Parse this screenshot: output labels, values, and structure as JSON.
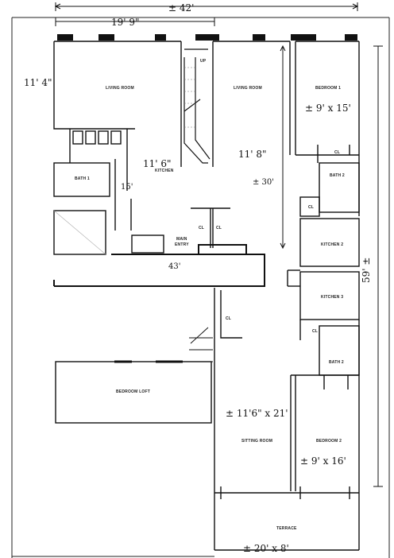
{
  "rooms": {
    "living_room_left": "LIVING ROOM",
    "living_room_center": "LIVING ROOM",
    "bedroom_1": "BEDROOM 1",
    "bath_1": "BATH 1",
    "kitchen_1": "KITCHEN",
    "main_entry_1": "MAIN",
    "main_entry_2": "ENTRY",
    "closet_1": "CL",
    "closet_2": "CL",
    "closet_bed1": "CL",
    "closet_b2": "CL",
    "bath_2_top": "BATH 2",
    "kitchen_2": "KITCHEN 2",
    "kitchen_3": "KITCHEN 3",
    "closet_mid": "CL",
    "closet_right": "CL",
    "bath_2_bottom": "BATH 2",
    "bedroom_loft": "BEDROOM LOFT",
    "sitting_room": "SITTING ROOM",
    "bedroom_2": "BEDROOM 2",
    "terrace": "TERRACE",
    "stair_up": "UP"
  },
  "dimensions": {
    "total_width": "± 42'",
    "living_width": "19' 9\"",
    "living_height": "11' 4\"",
    "bedroom1": "± 9' x 15'",
    "kitchen_width": "11' 6\"",
    "center_width": "11' 8\"",
    "height_30": "± 30'",
    "hall_15": "15'",
    "entry_43": "43'",
    "total_height": "59' ±",
    "sitting": "± 11'6\" x 21'",
    "bedroom2": "± 9' x 16'",
    "terrace": "± 20' x 8'"
  }
}
